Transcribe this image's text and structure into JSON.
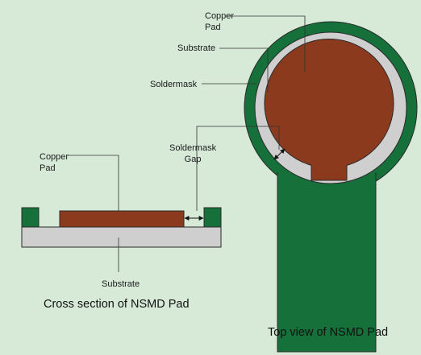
{
  "colors": {
    "background": "#d6ead7",
    "copper": "#8b3a1e",
    "soldermask": "#157139",
    "substrate": "#cfcfcf",
    "outline": "#2a2a2a"
  },
  "top_view": {
    "labels": {
      "copper_pad": "Copper\nPad",
      "substrate": "Substrate",
      "soldermask": "Soldermask",
      "soldermask_gap": "Soldermask\nGap"
    },
    "caption": "Top view of NSMD Pad"
  },
  "cross_section": {
    "labels": {
      "copper_pad": "Copper\nPad",
      "substrate": "Substrate"
    },
    "caption": "Cross section of NSMD Pad"
  }
}
